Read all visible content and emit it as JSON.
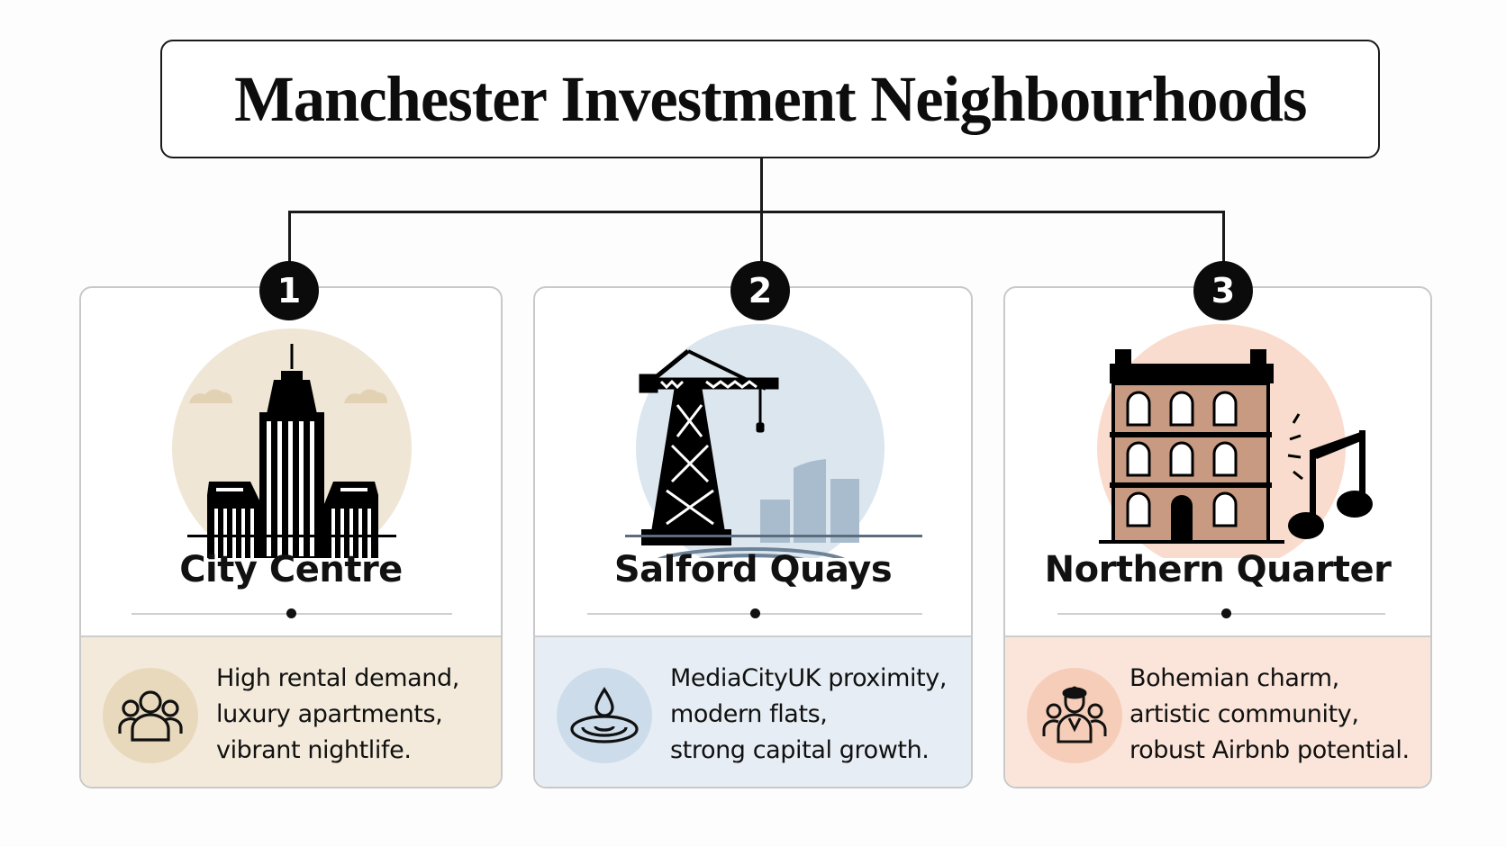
{
  "header": {
    "title": "Manchester Investment Neighbourhoods"
  },
  "colors": {
    "city_centre_bg": "#f3eadb",
    "city_centre_circle": "#efe6d6",
    "salford_quays_bg": "#e6edf4",
    "salford_quays_circle": "#dce6ef",
    "northern_quarter_bg": "#fbe5da",
    "northern_quarter_circle": "#f9dccd",
    "badge": "#0b0b0b",
    "border": "#c9c9c9"
  },
  "neighbourhoods": [
    {
      "number": "1",
      "name": "City Centre",
      "illustration": "skyscraper-icon",
      "feature_icon": "people-group-icon",
      "description_lines": [
        "High rental demand,",
        "luxury apartments,",
        "vibrant nightlife."
      ]
    },
    {
      "number": "2",
      "name": "Salford Quays",
      "illustration": "dock-crane-icon",
      "feature_icon": "water-drop-ripple-icon",
      "description_lines": [
        "MediaCityUK proximity,",
        "modern flats,",
        "strong capital growth."
      ]
    },
    {
      "number": "3",
      "name": "Northern Quarter",
      "illustration": "victorian-building-music-icon",
      "feature_icon": "artist-group-icon",
      "description_lines": [
        "Bohemian charm,",
        "artistic community,",
        "robust Airbnb potential."
      ]
    }
  ]
}
